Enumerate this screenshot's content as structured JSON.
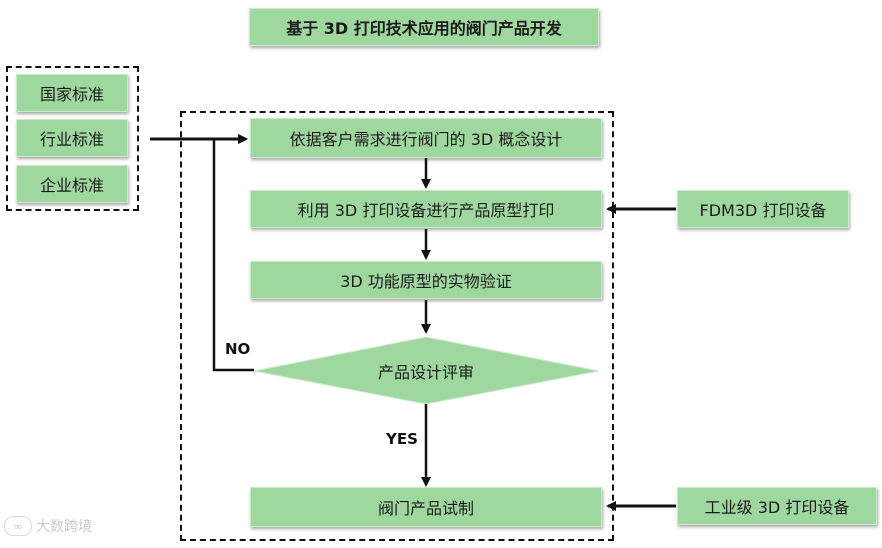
{
  "title": "基于 3D 打印技术应用的阀门产品开发",
  "standards": [
    "国家标准",
    "行业标准",
    "企业标准"
  ],
  "steps": {
    "concept": "依据客户需求进行阀门的 3D 概念设计",
    "prototype": "利用 3D 打印设备进行产品原型打印",
    "verify": "3D 功能原型的实物验证",
    "review": "产品设计评审",
    "trial": "阀门产品试制"
  },
  "devices": {
    "fdm": "FDM3D 打印设备",
    "industrial": "工业级 3D 打印设备"
  },
  "labels": {
    "no": "NO",
    "yes": "YES"
  },
  "watermark": "大数跨境",
  "colors": {
    "box": "#9fd89f",
    "line": "#111111"
  }
}
